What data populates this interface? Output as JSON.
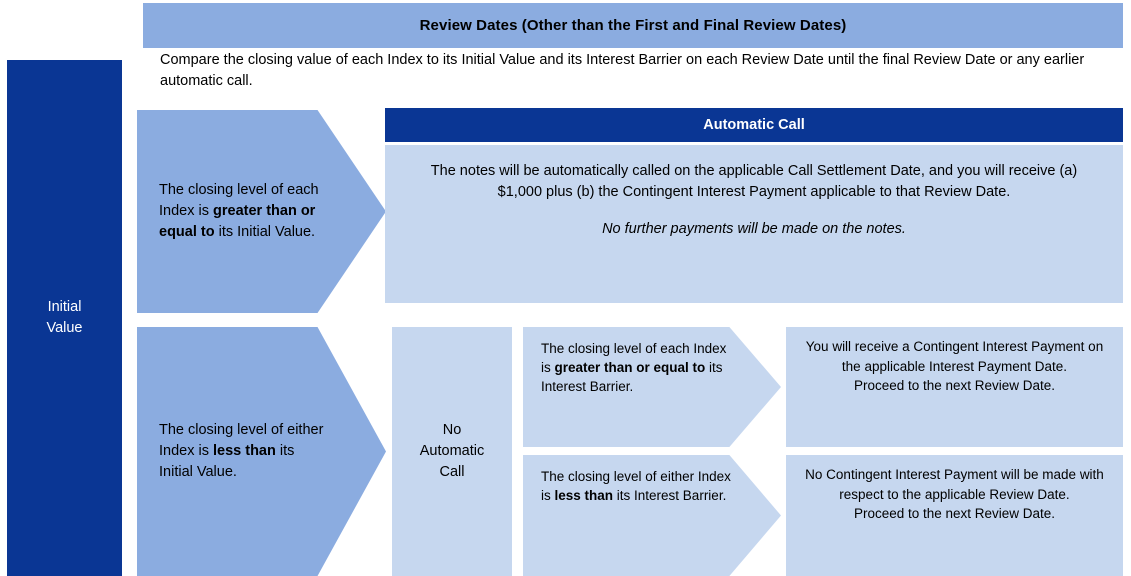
{
  "colors": {
    "dark_blue": "#0A3694",
    "mid_blue": "#8BACE0",
    "light_blue": "#C6D7EF",
    "white": "#FFFFFF"
  },
  "initial_value": {
    "label_line1": "Initial",
    "label_line2": "Value"
  },
  "header": {
    "title": "Review Dates (Other than the First and Final Review Dates)"
  },
  "intro": {
    "text": "Compare the closing value of each Index to its Initial Value and its Interest Barrier on each Review Date until the final Review Date or any earlier automatic call."
  },
  "branch_above": {
    "condition_prefix": "The closing level of each Index is ",
    "condition_bold": "greater than or equal to",
    "condition_suffix": " its Initial Value."
  },
  "automatic_call": {
    "title": "Automatic Call",
    "body": "The notes will be automatically called on the applicable Call Settlement Date, and you will receive (a) $1,000 plus (b) the Contingent Interest Payment applicable to that Review Date.",
    "body_italic": "No further payments will be made on the notes."
  },
  "branch_below": {
    "condition_prefix": "The closing level of either Index is ",
    "condition_bold": "less than",
    "condition_suffix": " its Initial Value."
  },
  "no_automatic_call": {
    "line1": "No",
    "line2": "Automatic",
    "line3": "Call"
  },
  "barrier_branches": [
    {
      "condition_prefix": "The closing level of each Index is ",
      "condition_bold": "greater than or equal to",
      "condition_suffix": " its Interest Barrier.",
      "outcome_line1": "You will receive a Contingent Interest Payment on the applicable Interest Payment Date.",
      "outcome_line2": "Proceed to the next Review Date."
    },
    {
      "condition_prefix": "The closing level of either Index is ",
      "condition_bold": "less than",
      "condition_suffix": " its Interest Barrier.",
      "outcome_line1": "No Contingent Interest Payment will be made with respect to the applicable Review Date.",
      "outcome_line2": "Proceed to the next Review Date."
    }
  ]
}
